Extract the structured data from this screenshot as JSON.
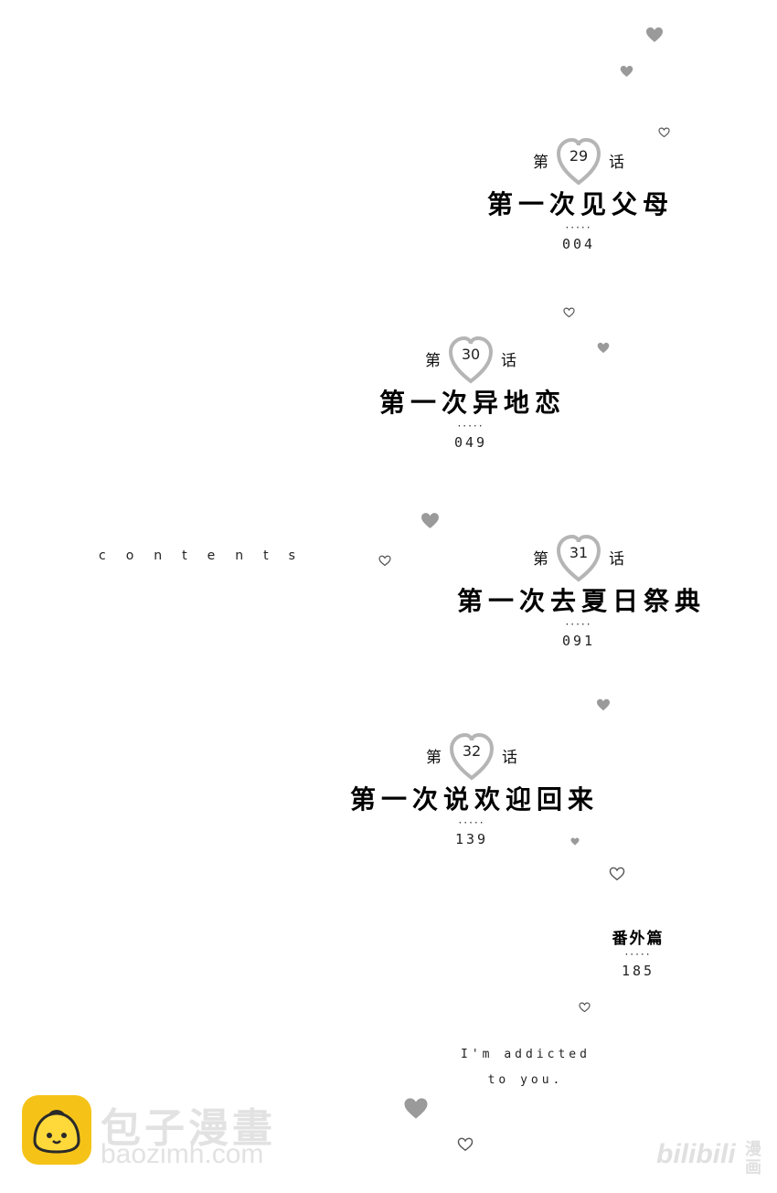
{
  "contents_label": "contents",
  "chapter_prefix": "第",
  "chapter_suffix": "话",
  "separator": "·····",
  "chapters": [
    {
      "number": "29",
      "title": "第一次见父母",
      "page": "004"
    },
    {
      "number": "30",
      "title": "第一次异地恋",
      "page": "049"
    },
    {
      "number": "31",
      "title": "第一次去夏日祭典",
      "page": "091"
    },
    {
      "number": "32",
      "title": "第一次说欢迎回来",
      "page": "139"
    }
  ],
  "extra": {
    "title": "番外篇",
    "page": "185"
  },
  "tagline": {
    "line1": "I'm addicted",
    "line2": "to you."
  },
  "watermarks": {
    "brand_cn": "包子漫畫",
    "brand_url": "baozimh.com",
    "bili": "bilibili",
    "bili_manhua": "漫画"
  },
  "colors": {
    "heart_fill": "#9a9a9a",
    "heart_outline": "#9a9a9a",
    "logo_yellow": "#f5c318",
    "watermark_grey": "#e2e2e2"
  }
}
